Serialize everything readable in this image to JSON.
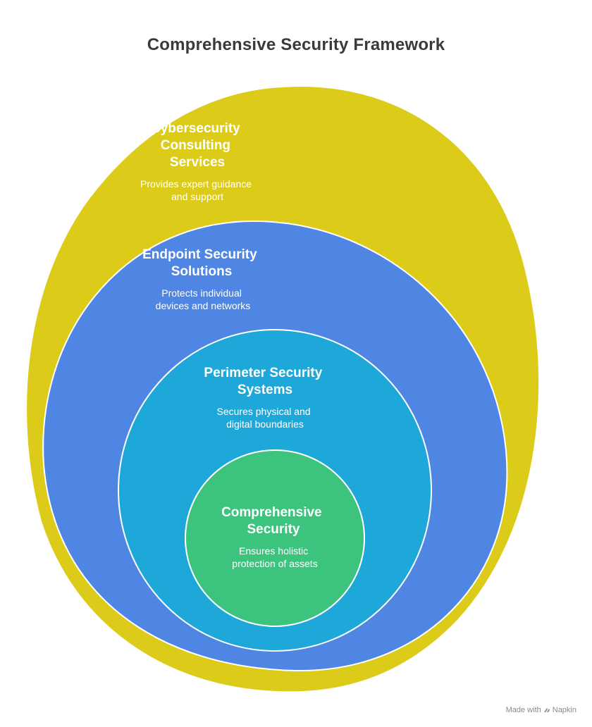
{
  "title": "Comprehensive Security Framework",
  "colors": {
    "outer": "#dccb18",
    "endpoint": "#4f86e3",
    "perimeter": "#1ea8d9",
    "core": "#3cc47e",
    "stroke": "#ffffff"
  },
  "layers": [
    {
      "title_lines": [
        "Cybersecurity",
        "Consulting",
        "Services"
      ],
      "desc_lines": [
        "Provides expert guidance",
        "and support"
      ]
    },
    {
      "title_lines": [
        "Endpoint Security",
        "Solutions"
      ],
      "desc_lines": [
        "Protects individual",
        "devices and networks"
      ]
    },
    {
      "title_lines": [
        "Perimeter Security",
        "Systems"
      ],
      "desc_lines": [
        "Secures physical and",
        "digital boundaries"
      ]
    },
    {
      "title_lines": [
        "Comprehensive",
        "Security"
      ],
      "desc_lines": [
        "Ensures holistic",
        "protection of assets"
      ]
    }
  ],
  "footer": {
    "made_with": "Made with",
    "brand": "Napkin",
    "icon": "napkin-logo-icon"
  }
}
